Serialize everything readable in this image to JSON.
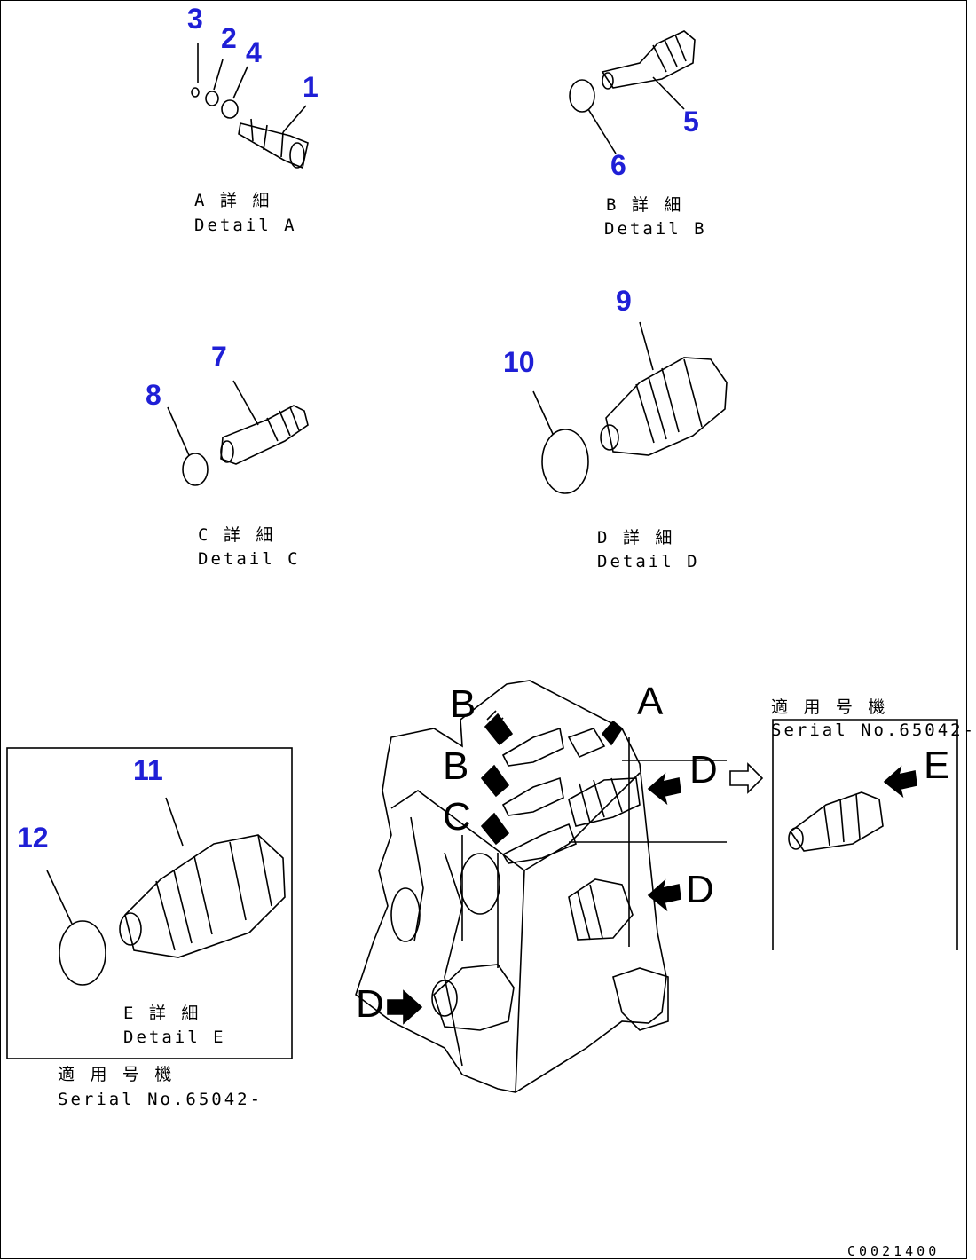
{
  "parts": {
    "p1": "1",
    "p2": "2",
    "p3": "3",
    "p4": "4",
    "p5": "5",
    "p6": "6",
    "p7": "7",
    "p8": "8",
    "p9": "9",
    "p10": "10",
    "p11": "11",
    "p12": "12"
  },
  "details": {
    "a_jp": "A 詳 細",
    "a_en": "Detail A",
    "b_jp": "B 詳 細",
    "b_en": "Detail B",
    "c_jp": "C 詳 細",
    "c_en": "Detail C",
    "d_jp": "D 詳 細",
    "d_en": "Detail D",
    "e_jp": "E 詳 細",
    "e_en": "Detail E"
  },
  "views": {
    "b1": "B",
    "b2": "B",
    "a": "A",
    "c": "C",
    "d1": "D",
    "d2": "D",
    "d3": "D",
    "e": "E"
  },
  "serial": {
    "jp": "適 用 号 機",
    "left": "Serial No.65042-",
    "right": "Serial No.65042-"
  },
  "figure_code": "C0021400",
  "colors": {
    "part_number": "#1f1fd6",
    "line": "#000000"
  }
}
